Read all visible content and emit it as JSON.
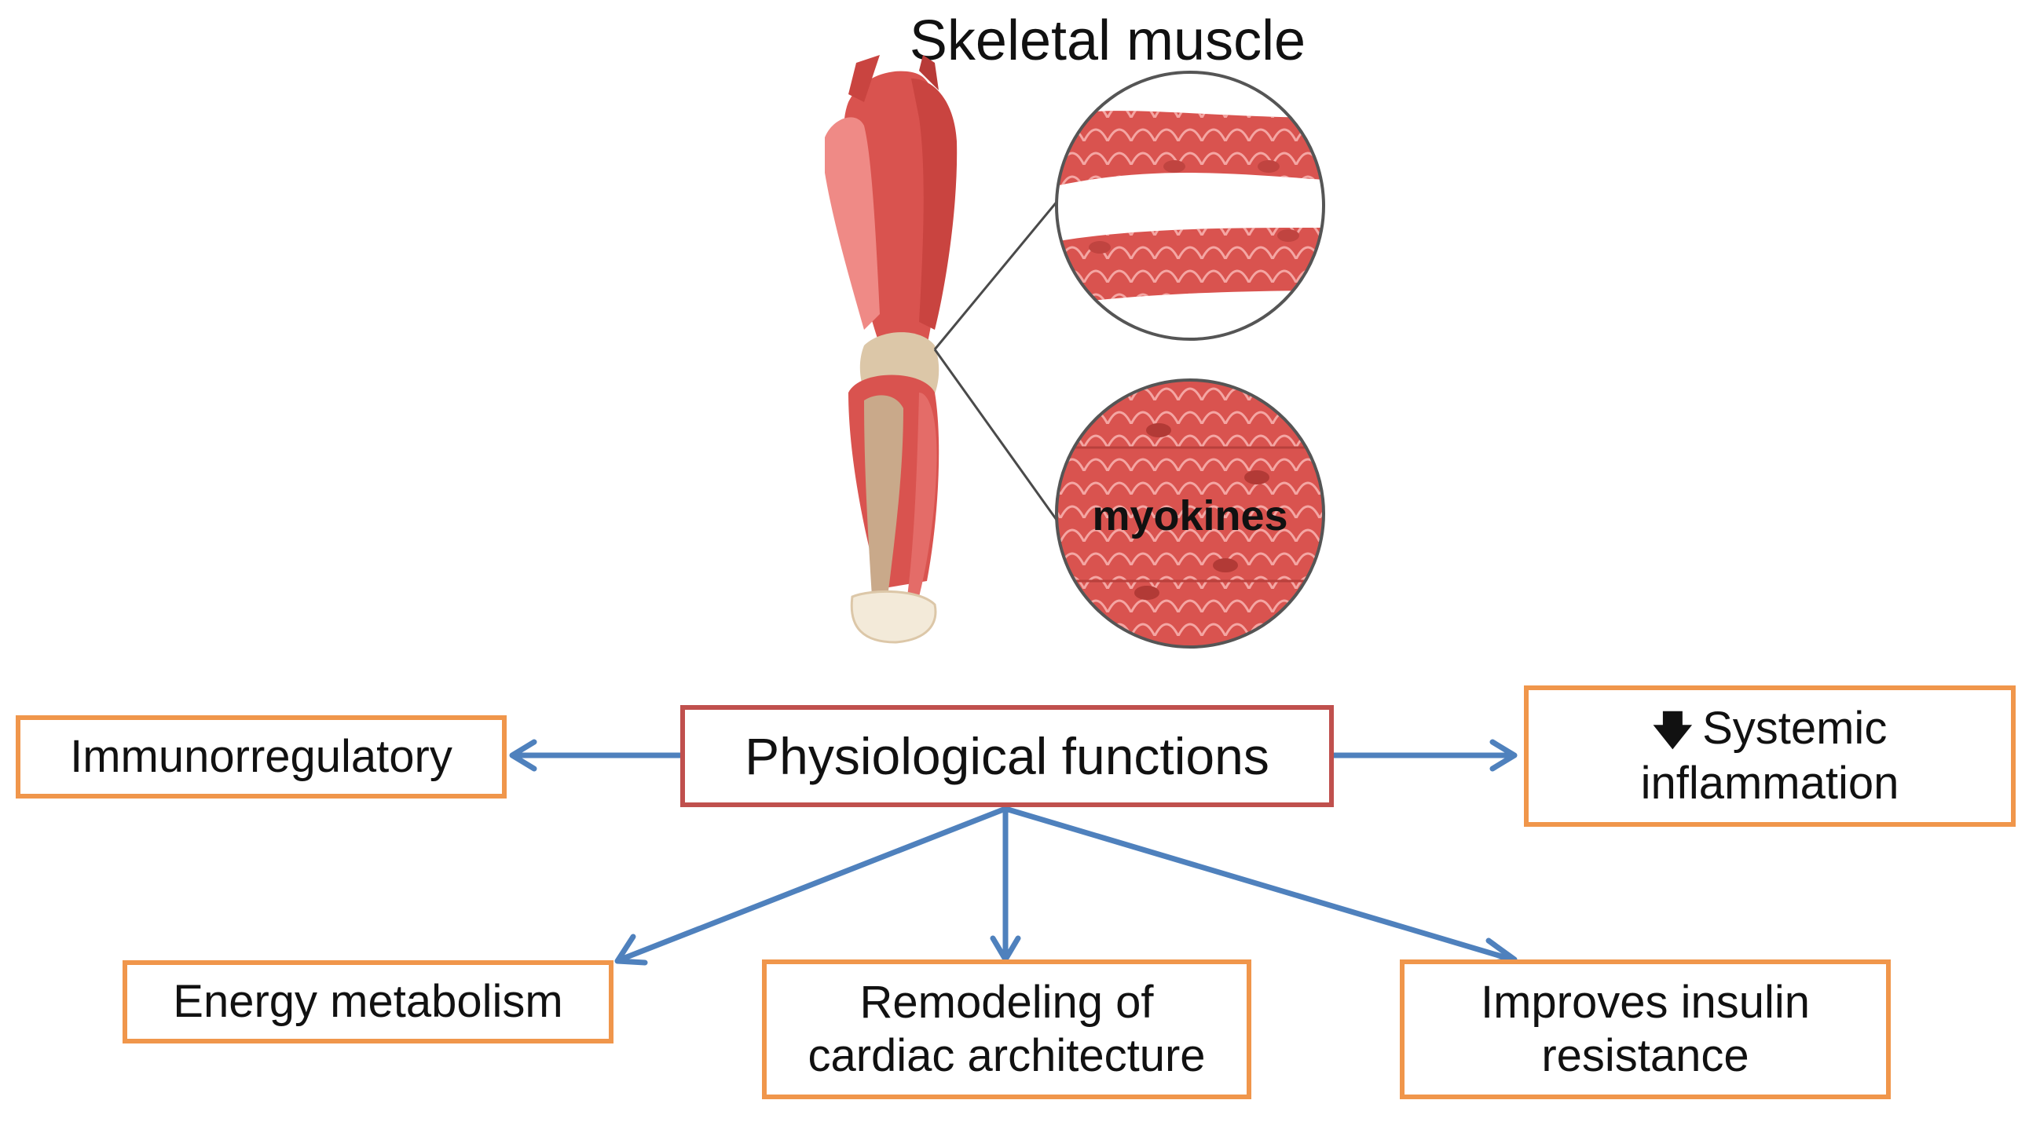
{
  "title": "Skeletal muscle",
  "zoom_label": "myokines",
  "central_box": "Physiological functions",
  "boxes": {
    "immunoregulatory": "Immunorregulatory",
    "inflammation_line1": "Systemic",
    "inflammation_line2": "inflammation",
    "energy": "Energy metabolism",
    "cardiac_line1": "Remodeling of",
    "cardiac_line2": "cardiac architecture",
    "insulin_line1": "Improves insulin",
    "insulin_line2": "resistance"
  },
  "icons": {
    "decrease": "down-arrow-icon"
  },
  "colors": {
    "arrow": "#4f81bd",
    "outer_box_border": "#f0964b",
    "central_box_border": "#c0504d",
    "muscle": "#d9534f",
    "muscle_light": "#ef8a86",
    "tendon": "#dcc7a8"
  }
}
